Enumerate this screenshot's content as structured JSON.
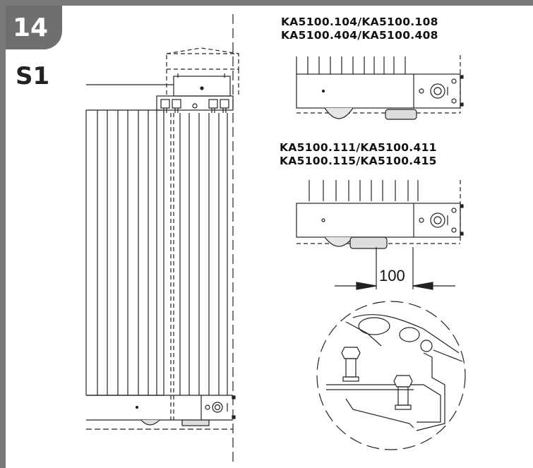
{
  "step": {
    "number": "14"
  },
  "section": {
    "label": "S1"
  },
  "models": {
    "group_a": {
      "line1": "KA5100.104/KA5100.108",
      "line2": "KA5100.404/KA5100.408"
    },
    "group_b": {
      "line1": "KA5100.111/KA5100.411",
      "line2": "KA5100.115/KA5100.415"
    }
  },
  "dimension": {
    "value": "100"
  },
  "colors": {
    "frame": "#7a7a7a",
    "badge": "#6f6f6f",
    "line": "#222222"
  }
}
